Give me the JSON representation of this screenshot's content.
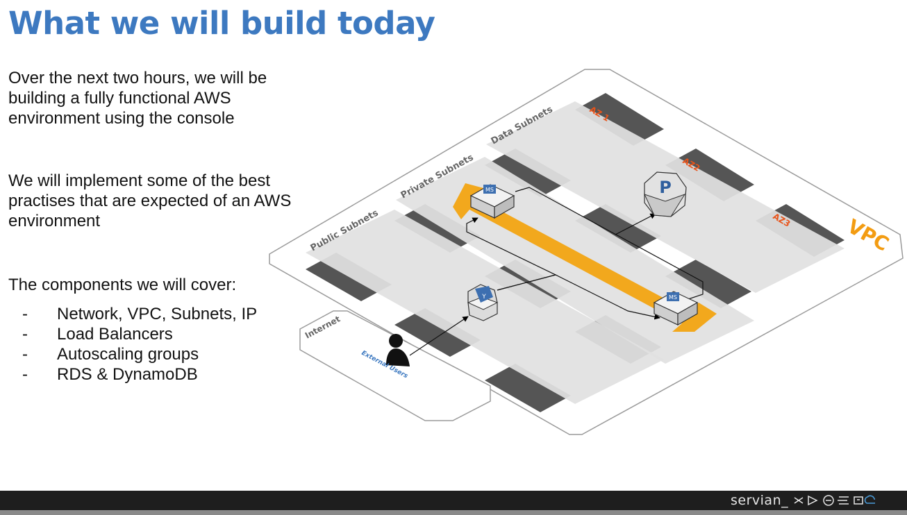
{
  "slide": {
    "title": "What we will build today",
    "paragraphs": [
      "Over the next two hours, we will be building a fully functional AWS environment using the console",
      "We will implement some of the best practises that are expected of an AWS environment",
      "The components we will cover:"
    ],
    "bullet_marker": "-",
    "bullets": [
      "Network, VPC, Subnets, IP",
      "Load Balancers",
      "Autoscaling groups",
      "RDS & DynamoDB"
    ]
  },
  "diagram": {
    "vpc_label": "VPC",
    "internet_label": "Internet",
    "external_users_label": "External Users",
    "subnet_labels": {
      "public": "Public Subnets",
      "private": "Private Subnets",
      "data": "Data Subnets"
    },
    "az_labels": [
      "AZ 1",
      "AZ2",
      "AZ3"
    ],
    "ms_label": "MS",
    "rds_label": "P",
    "colors": {
      "vpc": "#f39c12",
      "subnet_band": "#e1e1e1",
      "subnet_dark": "#555555",
      "autoscaling_arrow": "#f2a81d",
      "az_text": "#e8541b",
      "user_label": "#3d79c0"
    },
    "icons": [
      "person-icon",
      "load-balancer-icon",
      "microservice-icon",
      "rds-icon"
    ]
  },
  "footer": {
    "brand": "servian_"
  }
}
